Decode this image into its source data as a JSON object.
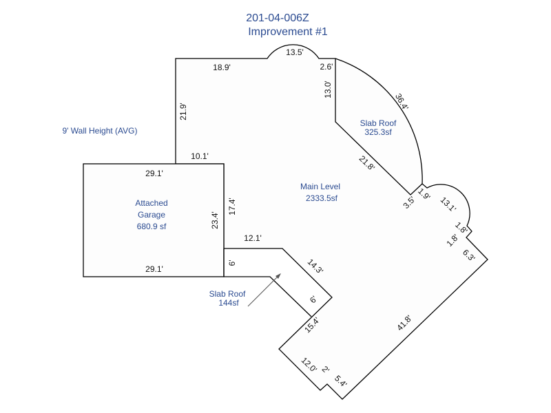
{
  "title": {
    "line1": "201-04-006Z",
    "line2": "Improvement #1"
  },
  "wall_height_note": "9' Wall Height (AVG)",
  "areas": {
    "main": {
      "name": "Main Level",
      "size": "2333.5sf"
    },
    "garage": {
      "name1": "Attached",
      "name2": "Garage",
      "size": "680.9 sf"
    },
    "slab_roof_1": {
      "name": "Slab Roof",
      "size": "325.3sf"
    },
    "slab_roof_2": {
      "name": "Slab Roof",
      "size": "144sf"
    }
  },
  "dimensions": {
    "d18_9": "18.9'",
    "d13_5": "13.5'",
    "d2_6": "2.6'",
    "d13_0": "13.0'",
    "d36_4": "36.4'",
    "d21_9": "21.9'",
    "d10_1": "10.1'",
    "d21_8": "21.8'",
    "d3_5": "3.5'",
    "d1_9": "1.9'",
    "d13_1": "13.1'",
    "d1_8a": "1.8'",
    "d1_8b": "1.8'",
    "d6_3": "6.3'",
    "d29_1a": "29.1'",
    "d29_1b": "29.1'",
    "d23_4": "23.4'",
    "d17_4": "17.4'",
    "d12_1": "12.1'",
    "d6a": "6'",
    "d14_3": "14.3'",
    "d6b": "6'",
    "d15_4": "15.4'",
    "d41_8": "41.8'",
    "d12_0": "12.0'",
    "d2": "2'",
    "d5_4": "5.4'"
  }
}
